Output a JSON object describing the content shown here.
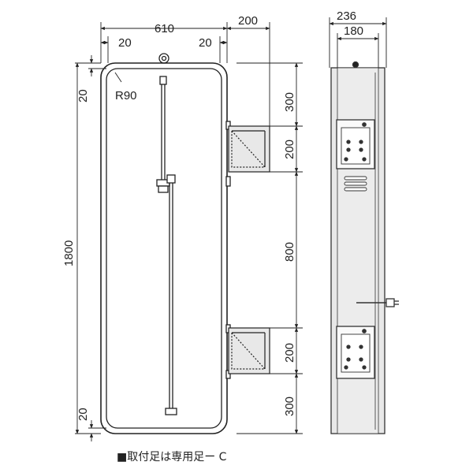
{
  "front_view": {
    "width_label": "610",
    "left_margin_label": "20",
    "right_margin_label": "20",
    "height_label": "1800",
    "top_margin_label": "20",
    "bottom_margin_label": "20",
    "radius_label": "R90"
  },
  "bracket_dims": {
    "offset_label": "200",
    "top_gap_label": "300",
    "upper_bracket_label": "200",
    "between_label": "800",
    "lower_bracket_label": "200",
    "bottom_gap_label": "300"
  },
  "side_view": {
    "depth_label": "236",
    "inner_depth_label": "180"
  },
  "caption": "■取付足は専用足ー C",
  "colors": {
    "line": "#222222",
    "panel_fill": "#e8e8e8",
    "frame_stroke": "#333333"
  }
}
